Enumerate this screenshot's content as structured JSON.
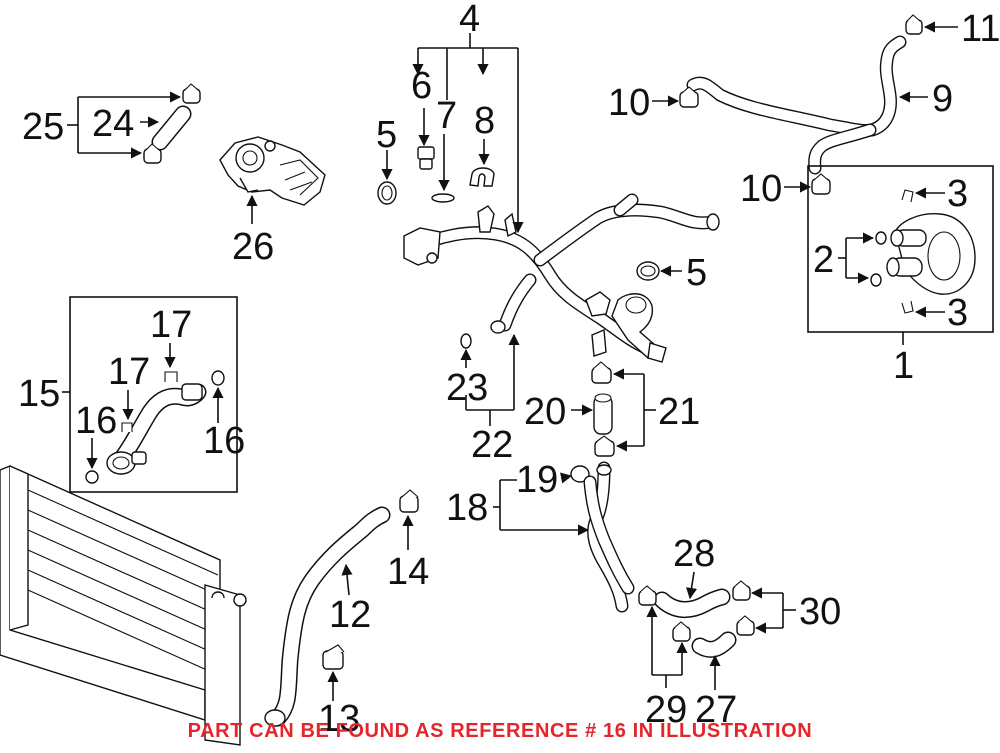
{
  "diagram": {
    "callouts": {
      "c1": "1",
      "c2": "2",
      "c3a": "3",
      "c3b": "3",
      "c4": "4",
      "c5a": "5",
      "c5b": "5",
      "c6": "6",
      "c7": "7",
      "c8": "8",
      "c9": "9",
      "c10a": "10",
      "c10b": "10",
      "c11": "11",
      "c12": "12",
      "c13": "13",
      "c14": "14",
      "c15": "15",
      "c16a": "16",
      "c16b": "16",
      "c17a": "17",
      "c17b": "17",
      "c18": "18",
      "c19": "19",
      "c20": "20",
      "c21": "21",
      "c22": "22",
      "c23": "23",
      "c24": "24",
      "c25": "25",
      "c26": "26",
      "c27": "27",
      "c28": "28",
      "c29": "29",
      "c30": "30"
    },
    "note": "PART CAN BE FOUND AS REFERENCE # 16 IN ILLUSTRATION",
    "note_color": "#e4252b"
  }
}
